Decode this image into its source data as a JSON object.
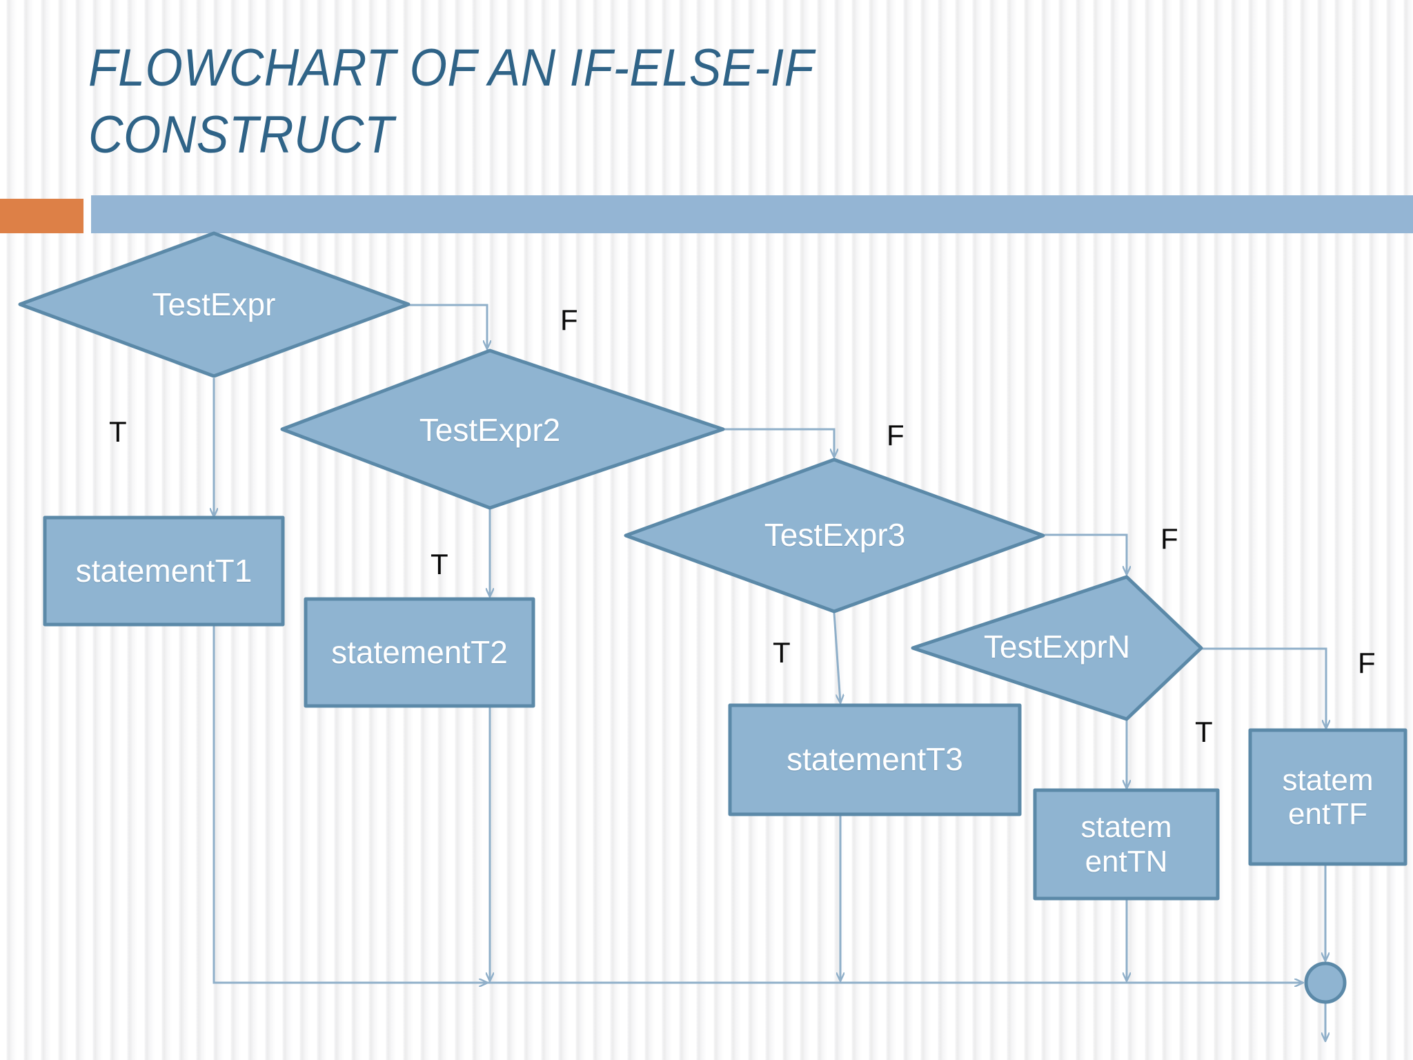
{
  "slide": {
    "title": "FLOWCHART OF AN IF-ELSE-IF CONSTRUCT",
    "accent_orange": "#DD8047",
    "accent_blue": "#94B5D4",
    "shape_fill": "#8FB4D1",
    "shape_stroke": "#5B89A8",
    "connector_color": "#8FAFC9",
    "title_color": "#2F6387"
  },
  "chart_data": {
    "type": "diagram",
    "title": "FLOWCHART OF AN IF-ELSE-IF CONSTRUCT",
    "nodes": [
      {
        "id": "testexpr",
        "label": "TestExpr",
        "shape": "diamond"
      },
      {
        "id": "testexpr2",
        "label": "TestExpr2",
        "shape": "diamond"
      },
      {
        "id": "testexpr3",
        "label": "TestExpr3",
        "shape": "diamond"
      },
      {
        "id": "testexprn",
        "label": "TestExprN",
        "shape": "diamond"
      },
      {
        "id": "statementt1",
        "label": "statementT1",
        "shape": "rectangle"
      },
      {
        "id": "statementt2",
        "label": "statementT2",
        "shape": "rectangle"
      },
      {
        "id": "statementt3",
        "label": "statementT3",
        "shape": "rectangle"
      },
      {
        "id": "statementtn",
        "label": "statem entTN",
        "shape": "rectangle"
      },
      {
        "id": "statementtf",
        "label": "statem entTF",
        "shape": "rectangle"
      },
      {
        "id": "merge",
        "label": "",
        "shape": "circle"
      }
    ],
    "edges": [
      {
        "from": "testexpr",
        "to": "statementt1",
        "label": "T"
      },
      {
        "from": "testexpr",
        "to": "testexpr2",
        "label": "F"
      },
      {
        "from": "testexpr2",
        "to": "statementt2",
        "label": "T"
      },
      {
        "from": "testexpr2",
        "to": "testexpr3",
        "label": "F"
      },
      {
        "from": "testexpr3",
        "to": "statementt3",
        "label": "T"
      },
      {
        "from": "testexpr3",
        "to": "testexprn",
        "label": "F"
      },
      {
        "from": "testexprn",
        "to": "statementtn",
        "label": "T"
      },
      {
        "from": "testexprn",
        "to": "statementtf",
        "label": "F"
      },
      {
        "from": "statementt1",
        "to": "merge",
        "label": ""
      },
      {
        "from": "statementt2",
        "to": "merge",
        "label": ""
      },
      {
        "from": "statementt3",
        "to": "merge",
        "label": ""
      },
      {
        "from": "statementtn",
        "to": "merge",
        "label": ""
      },
      {
        "from": "statementtf",
        "to": "merge",
        "label": ""
      }
    ]
  },
  "nodes": {
    "testexpr": {
      "label": "TestExpr"
    },
    "testexpr2": {
      "label": "TestExpr2"
    },
    "testexpr3": {
      "label": "TestExpr3"
    },
    "testexprn": {
      "label": "TestExprN"
    },
    "statementt1": {
      "label": "statementT1"
    },
    "statementt2": {
      "label": "statementT2"
    },
    "statementt3": {
      "label": "statementT3"
    },
    "statementtn": {
      "line1": "statem",
      "line2": "entTN"
    },
    "statementtf": {
      "line1": "statem",
      "line2": "entTF"
    }
  },
  "edge_labels": {
    "t1": "T",
    "f1": "F",
    "t2": "T",
    "f2": "F",
    "t3": "T",
    "f3": "F",
    "tn": "T",
    "fn": "F"
  }
}
